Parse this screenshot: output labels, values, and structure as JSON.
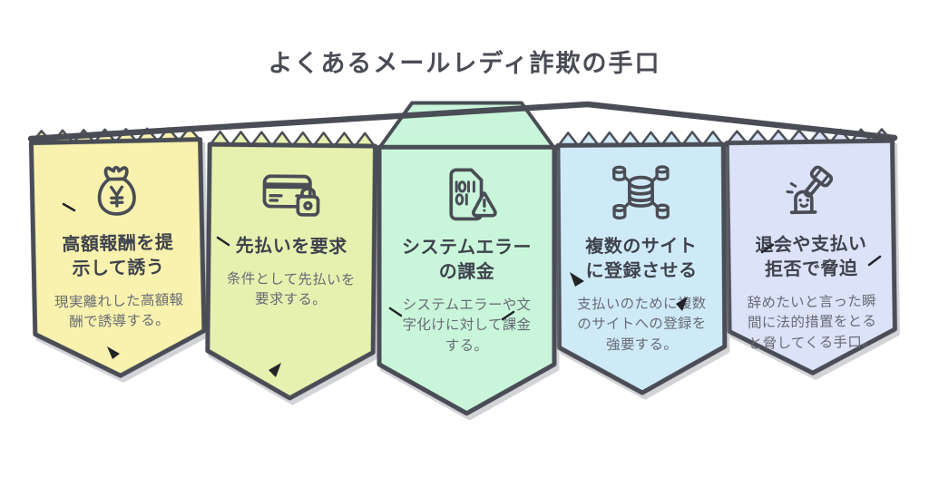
{
  "header": {
    "title": "よくあるメールレディ詐欺の手口"
  },
  "colors": {
    "background": "#ffffff",
    "ink": "#4a4d55",
    "title_text": "#3f434d",
    "body_text": "#686c76"
  },
  "cards": [
    {
      "id": "lure-high-reward",
      "icon": "money-bag-yen-icon",
      "fill": "#f8f2ae",
      "title": "高額報酬を提\n示して誘う",
      "body": "現実離れした高額報\n酬で誘導する。"
    },
    {
      "id": "demand-advance-payment",
      "icon": "credit-card-lock-icon",
      "fill": "#e6f1af",
      "title": "先払いを要求",
      "body": "条件として先払いを\n要求する。"
    },
    {
      "id": "system-error-charge",
      "icon": "binary-file-warning-icon",
      "fill": "#c9f6da",
      "title": "システムエラー\nの課金",
      "body": "システムエラーや文\n字化けに対して課金\nする。"
    },
    {
      "id": "register-multiple-sites",
      "icon": "database-network-icon",
      "fill": "#cfeaf7",
      "title": "複数のサイト\nに登録させる",
      "body": "支払いのために複数\nのサイトへの登録を\n強要する。"
    },
    {
      "id": "threaten-on-quit",
      "icon": "ghost-gavel-icon",
      "fill": "#dce2f8",
      "title": "退会や支払い\n拒否で脅迫",
      "body": "辞めたいと言った瞬\n間に法的措置をとる\nと脅してくる手口。"
    }
  ]
}
